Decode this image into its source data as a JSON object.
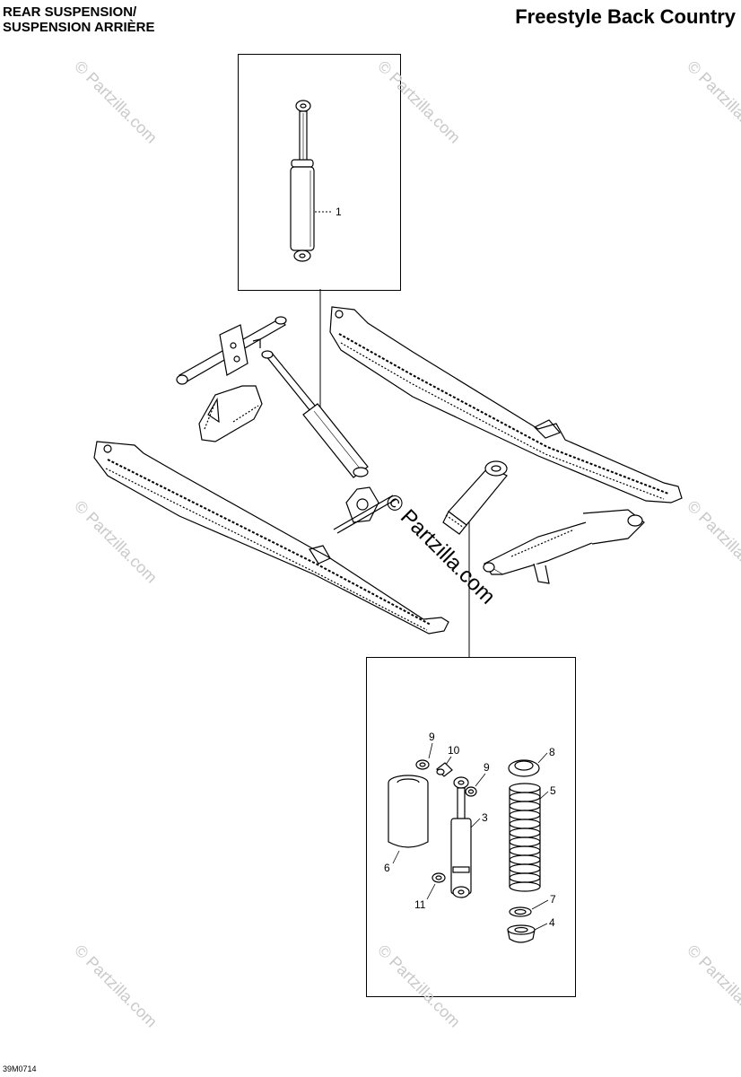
{
  "header": {
    "title_line1": "REAR SUSPENSION/",
    "title_line2": "SUSPENSION ARRIÈRE",
    "model": "Freestyle Back Country"
  },
  "footer": {
    "drawing_code": "39M0714"
  },
  "watermark": {
    "text": "© Partzilla.com"
  },
  "callouts": {
    "c1": "1",
    "c3": "3",
    "c4": "4",
    "c5": "5",
    "c6": "6",
    "c7": "7",
    "c8": "8",
    "c9a": "9",
    "c9b": "9",
    "c10": "10",
    "c11": "11"
  },
  "colors": {
    "line": "#000000",
    "watermark": "#c9c9c9",
    "part_fill": "#ffffff"
  }
}
